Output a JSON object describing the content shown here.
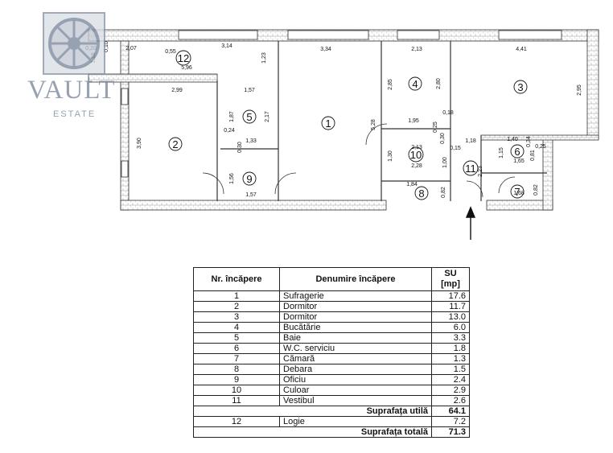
{
  "brand": {
    "name": "VAULT",
    "subtitle": "ESTATE"
  },
  "plan": {
    "rooms": [
      "1",
      "2",
      "3",
      "4",
      "5",
      "6",
      "7",
      "8",
      "9",
      "10",
      "11",
      "12"
    ],
    "dimensions": [
      "0,20",
      "1,19",
      "0,10",
      "2,07",
      "0,55",
      "3,14",
      "1,23",
      "5,96",
      "3,34",
      "2,13",
      "4,41",
      "2,85",
      "2,80",
      "2,95",
      "2,99",
      "1,57",
      "1,87",
      "2,17",
      "5,28",
      "0,18",
      "1,95",
      "0,25",
      "3,90",
      "0,24",
      "0,30",
      "1,33",
      "0,30",
      "1,30",
      "2,13",
      "2,28",
      "1,18",
      "1,00",
      "0,15",
      "1,40",
      "0,34",
      "1,15",
      "0,81",
      "0,25",
      "1,65",
      "2,23",
      "1,84",
      "0,82",
      "0,82",
      "1,56",
      "1,57",
      "1,68"
    ]
  },
  "table": {
    "headers": {
      "nr": "Nr. încăpere",
      "name": "Denumire încăpere",
      "su": "SU [mp]"
    },
    "rows": [
      {
        "nr": "1",
        "name": "Sufragerie",
        "su": "17.6"
      },
      {
        "nr": "2",
        "name": "Dormitor",
        "su": "11.7"
      },
      {
        "nr": "3",
        "name": "Dormitor",
        "su": "13.0"
      },
      {
        "nr": "4",
        "name": "Bucătărie",
        "su": "6.0"
      },
      {
        "nr": "5",
        "name": "Baie",
        "su": "3.3"
      },
      {
        "nr": "6",
        "name": "W.C. serviciu",
        "su": "1.8"
      },
      {
        "nr": "7",
        "name": "Cămară",
        "su": "1.3"
      },
      {
        "nr": "8",
        "name": "Debara",
        "su": "1.5"
      },
      {
        "nr": "9",
        "name": "Oficiu",
        "su": "2.4"
      },
      {
        "nr": "10",
        "name": "Culoar",
        "su": "2.9"
      },
      {
        "nr": "11",
        "name": "Vestibul",
        "su": "2.6"
      }
    ],
    "util": {
      "label": "Suprafața utilă",
      "su": "64.1"
    },
    "logie": {
      "nr": "12",
      "name": "Logie",
      "su": "7.2"
    },
    "total": {
      "label": "Suprafața totală",
      "su": "71.3"
    }
  }
}
